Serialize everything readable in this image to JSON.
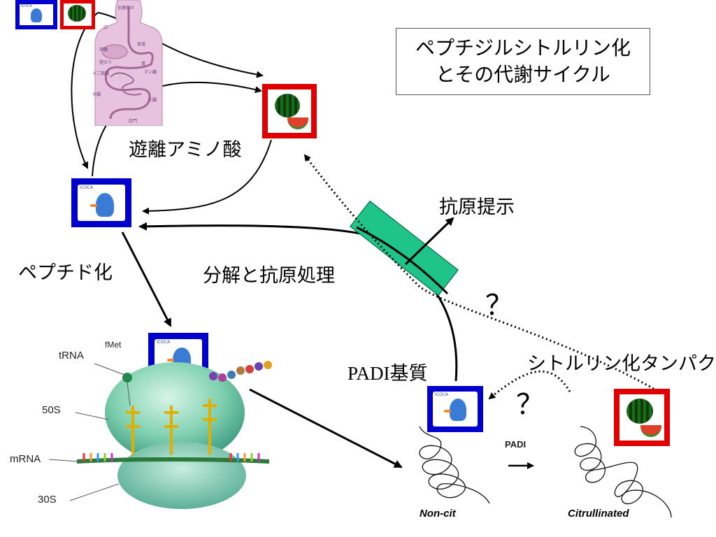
{
  "title": {
    "line1": "ペプチジルシトルリン化",
    "line2": "とその代謝サイクル"
  },
  "labels": {
    "free_amino_acid": "遊離アミノ酸",
    "antigen_presentation": "抗原提示",
    "peptide": "ペプチド化",
    "degradation": "分解と抗原処理",
    "padi_substrate": "PADI基質",
    "citrullinated_protein": "シトルリン化タンパク",
    "question_1": "？",
    "question_2": "？",
    "padi": "PADI",
    "non_cit": "Non-cit",
    "citrullinated": "Citrullinated"
  },
  "ribosome": {
    "trna": "tRNA",
    "fmet": "fMet",
    "s50": "50S",
    "mrna": "mRNA",
    "s30": "30S"
  },
  "digestive": {
    "heading": "化器官の",
    "labels": [
      "口",
      "食道",
      "胃",
      "肝臓",
      "すい臓",
      "十二指腸",
      "大腸",
      "小腸",
      "肛門",
      "胆のう"
    ]
  },
  "cards": {
    "ic_card_text": "ICOCA"
  },
  "colors": {
    "ic_frame": "#0000cc",
    "fruit_frame": "#e00000",
    "membrane": "#1fc48a",
    "digestive": "#e8c3e0"
  }
}
